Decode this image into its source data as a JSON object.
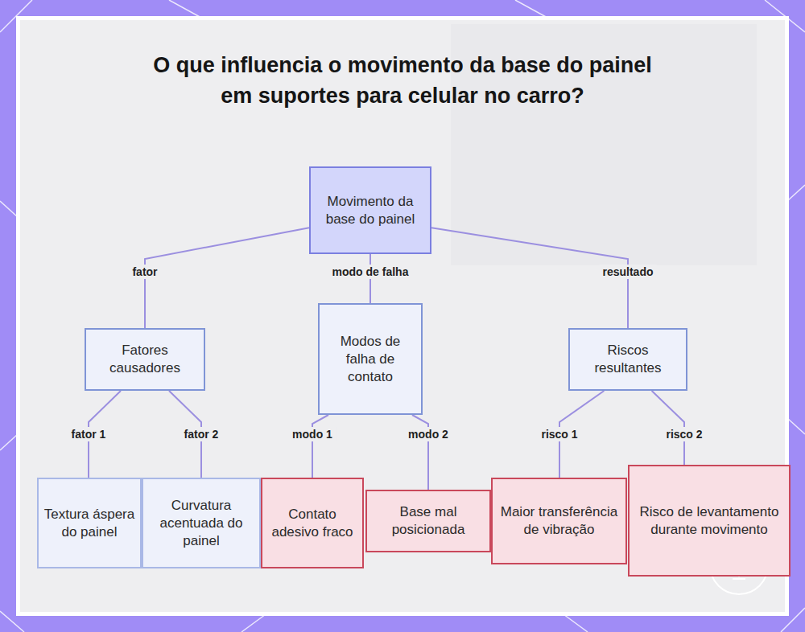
{
  "diagram": {
    "title": "O que influencia o movimento da base do painel em suportes para celular no carro?",
    "nodes": [
      {
        "text": [
          "Movimento da base do painel"
        ]
      },
      {
        "text": [
          "Fatores causadores"
        ]
      },
      {
        "text": [
          "Modos de falha de contato"
        ]
      },
      {
        "text": [
          "Riscos resultantes"
        ]
      },
      {
        "text": [
          "Textura áspera do painel"
        ]
      },
      {
        "text": [
          "Curvatura acentuada do painel"
        ]
      },
      {
        "text": [
          "Contato adesivo fraco"
        ]
      },
      {
        "text": [
          "Base mal posicionada"
        ]
      },
      {
        "text": [
          "Maior transferência de vibração"
        ]
      },
      {
        "text": [
          "Risco de levantamento durante movimento"
        ]
      }
    ],
    "edges": [
      {
        "from": 0,
        "to": 1,
        "arrow": "none",
        "label": "fator"
      },
      {
        "from": 0,
        "to": 2,
        "arrow": "none",
        "label": "modo de falha"
      },
      {
        "from": 0,
        "to": 3,
        "arrow": "none",
        "label": "resultado"
      },
      {
        "from": 1,
        "to": 4,
        "arrow": "none",
        "label": "fator 1"
      },
      {
        "from": 1,
        "to": 5,
        "arrow": "none",
        "label": "fator 2"
      },
      {
        "from": 2,
        "to": 6,
        "arrow": "none",
        "label": "modo 1"
      },
      {
        "from": 2,
        "to": 7,
        "arrow": "none",
        "label": "modo 2"
      },
      {
        "from": 3,
        "to": 8,
        "arrow": "none",
        "label": "risco 1"
      },
      {
        "from": 3,
        "to": 9,
        "arrow": "none",
        "label": "risco 2"
      }
    ]
  }
}
